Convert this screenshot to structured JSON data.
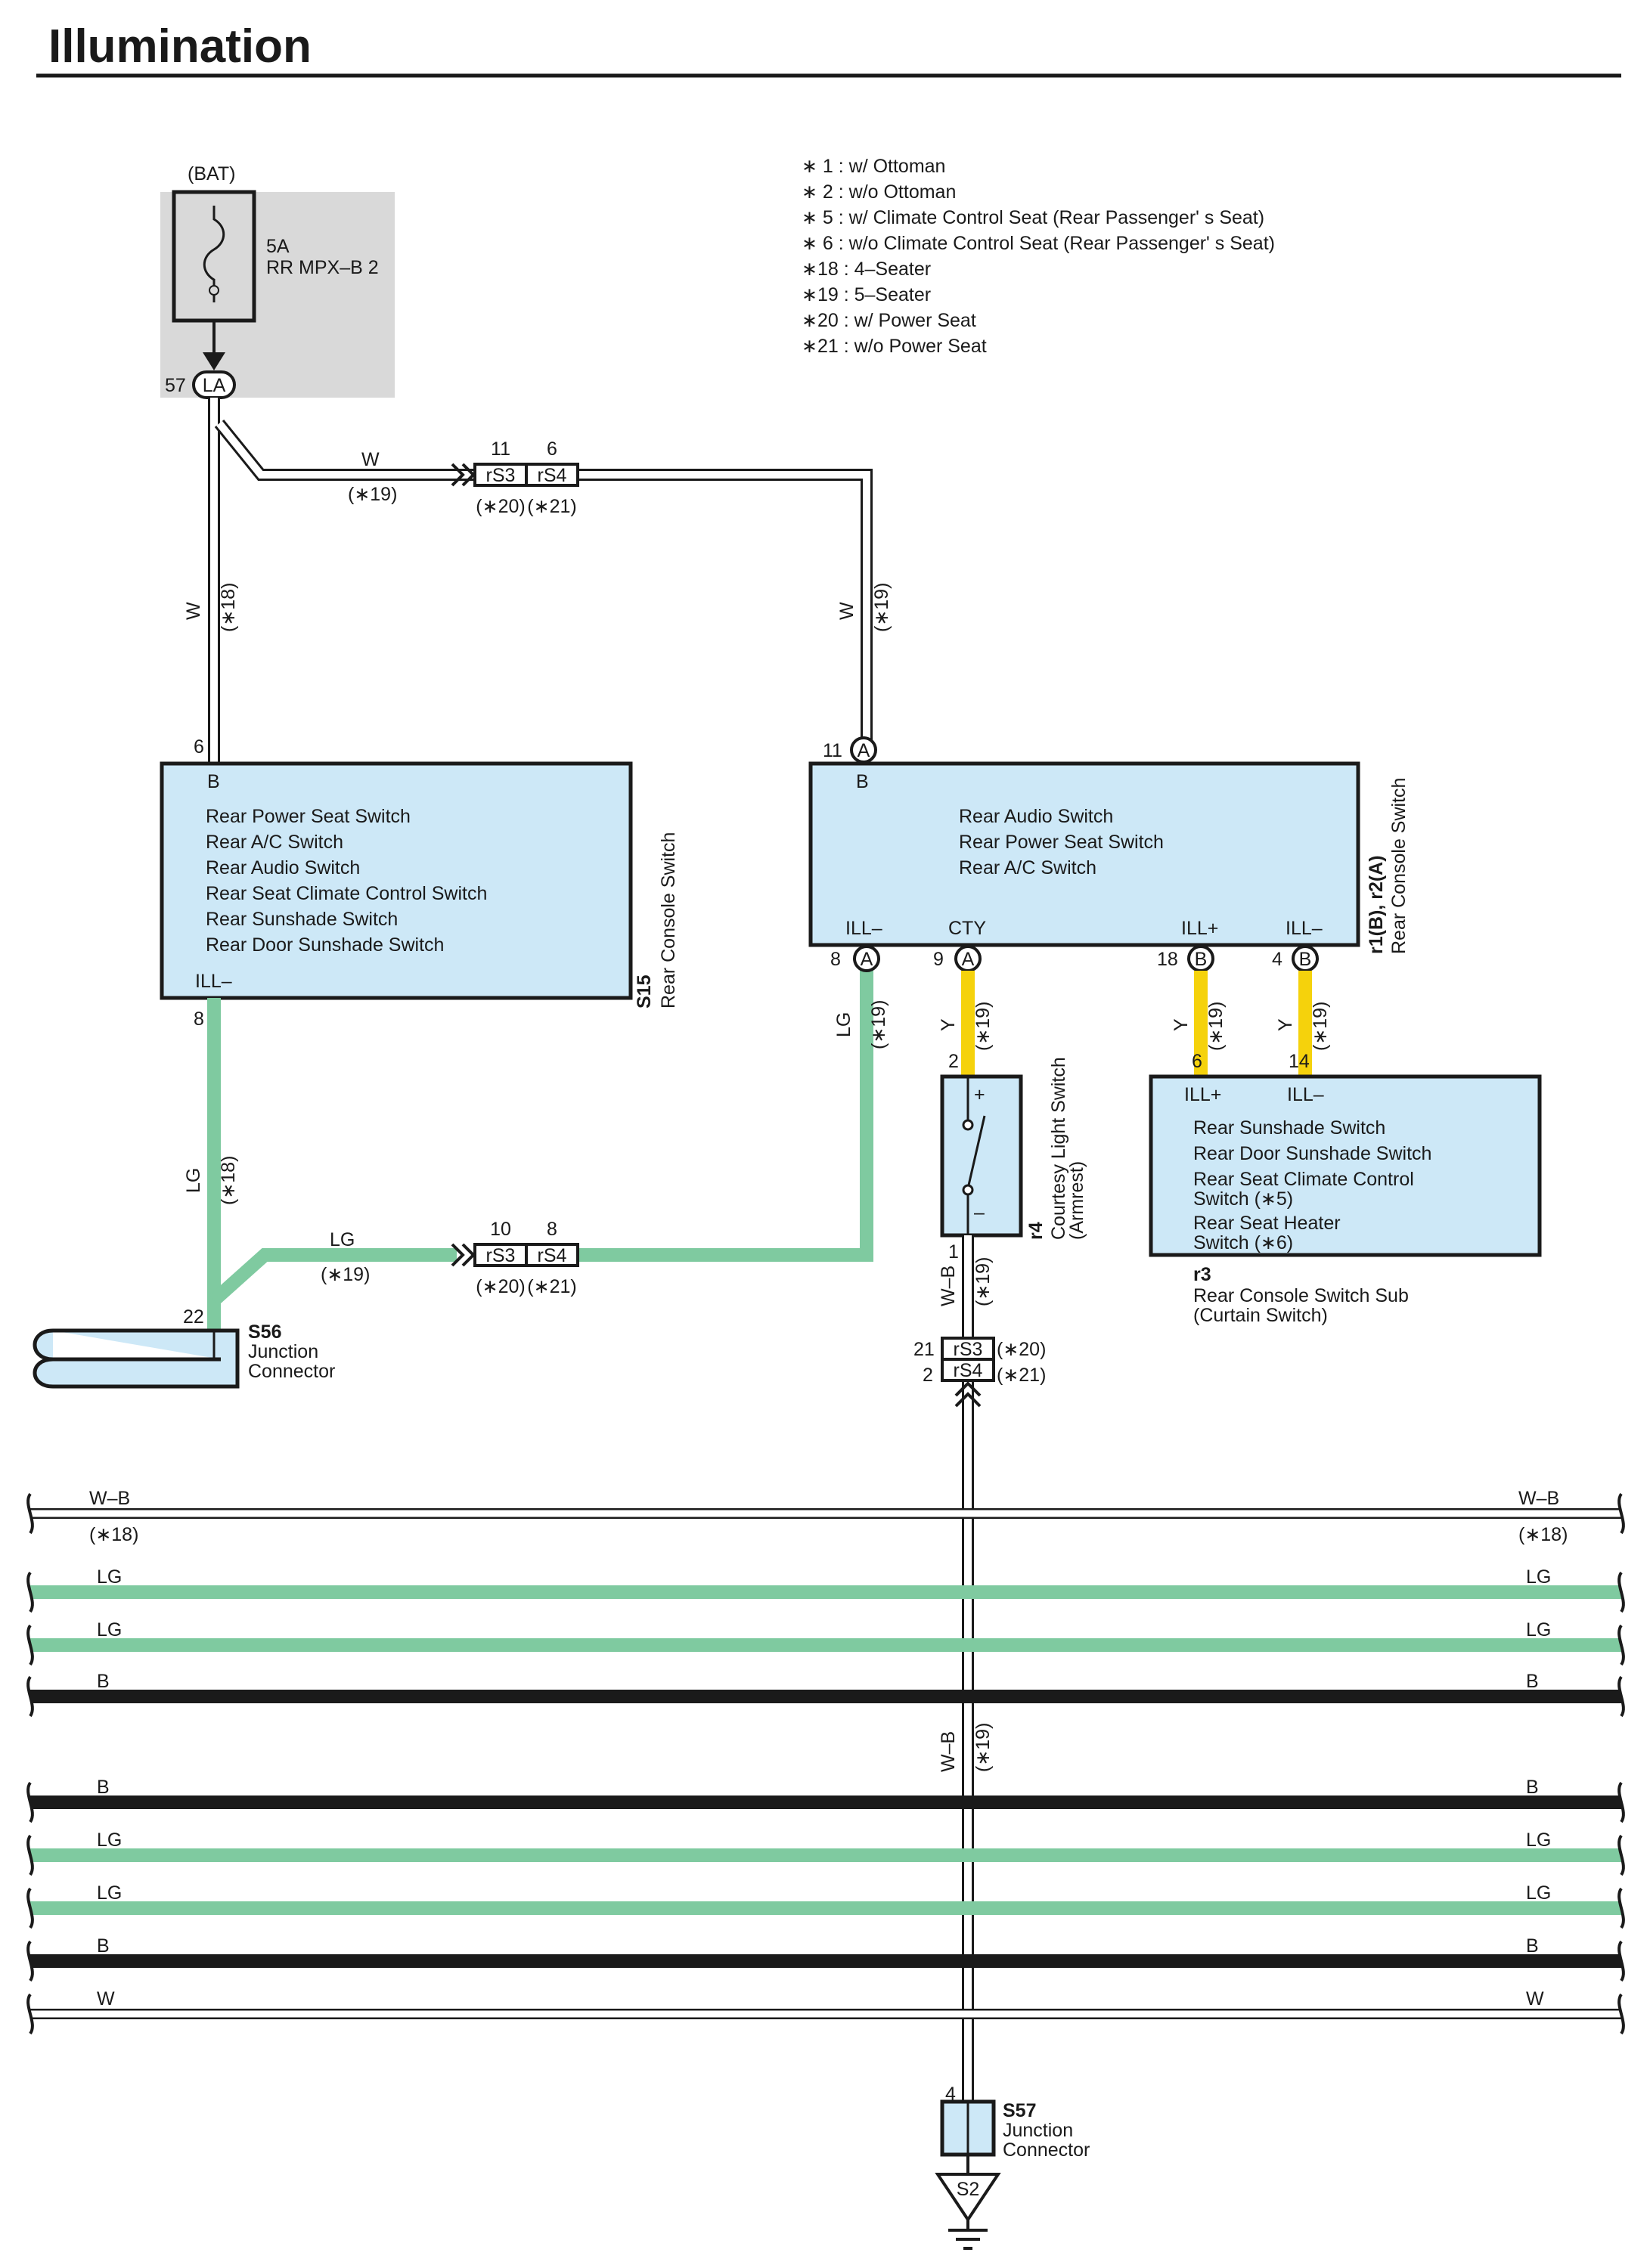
{
  "title": "Illumination",
  "notes": [
    "∗ 1 : w/ Ottoman",
    "∗ 2 : w/o Ottoman",
    "∗ 5 : w/ Climate Control Seat  (Rear Passenger'  s Seat)",
    "∗ 6 : w/o Climate Control Seat  (Rear Passenger'  s Seat)",
    "∗18 : 4–Seater",
    "∗19 : 5–Seater",
    "∗20 : w/ Power Seat",
    "∗21 : w/o Power Seat"
  ],
  "fuse": {
    "source": "(BAT)",
    "rating": "5A",
    "name": "RR MPX–B 2",
    "pin": "57",
    "connector": "LA"
  },
  "wires": {
    "w": "W",
    "lg": "LG",
    "y": "Y",
    "wb": "W–B",
    "b": "B",
    "n18": "(∗18)",
    "n19": "(∗19)",
    "n20": "(∗20)",
    "n21": "(∗21)"
  },
  "junction_top": {
    "pin1": "11",
    "pin2": "6",
    "c1": "rS3",
    "c2": "rS4"
  },
  "junction_mid": {
    "pin1": "10",
    "pin2": "8",
    "c1": "rS3",
    "c2": "rS4"
  },
  "junction_low": {
    "pin1": "21",
    "pin2": "2",
    "c1": "rS3",
    "c2": "rS4"
  },
  "s15": {
    "id": "S15",
    "name": "Rear Console Switch",
    "pin_b": "6",
    "term_b": "B",
    "pin_ill": "8",
    "term_ill": "ILL–",
    "items": [
      "Rear Power Seat Switch",
      "Rear A/C Switch",
      "Rear Audio Switch",
      "Rear Seat Climate Control Switch",
      "Rear Sunshade Switch",
      "Rear Door Sunshade Switch"
    ]
  },
  "r1": {
    "id": "r1(B), r2(A)",
    "name": "Rear Console Switch",
    "items": [
      "Rear Audio Switch",
      "Rear Power Seat Switch",
      "Rear A/C Switch"
    ],
    "pin_b": "11",
    "conn_b": "A",
    "term_b": "B",
    "pins": [
      {
        "term": "ILL–",
        "pin": "8",
        "conn": "A"
      },
      {
        "term": "CTY",
        "pin": "9",
        "conn": "A"
      },
      {
        "term": "ILL+",
        "pin": "18",
        "conn": "B"
      },
      {
        "term": "ILL–",
        "pin": "4",
        "conn": "B"
      }
    ]
  },
  "r4": {
    "id": "r4",
    "name": "Courtesy Light Switch",
    "sub": "(Armrest)",
    "pin_top": "2",
    "pin_bottom": "1",
    "plus": "+",
    "minus": "–"
  },
  "r3": {
    "id": "r3",
    "name": "Rear Console Switch Sub",
    "sub": "(Curtain Switch)",
    "pin1": "6",
    "pin2": "14",
    "term1": "ILL+",
    "term2": "ILL–",
    "items": [
      "Rear Sunshade Switch",
      "Rear Door Sunshade Switch",
      "Rear Seat Climate Control",
      "Switch (∗5)",
      "Rear Seat Heater",
      "Switch (∗6)"
    ]
  },
  "s56": {
    "id": "S56",
    "l1": "Junction",
    "l2": "Connector",
    "pin": "22"
  },
  "s57": {
    "id": "S57",
    "l1": "Junction",
    "l2": "Connector",
    "pin": "4"
  },
  "ground": "S2",
  "bus": [
    {
      "label": "W–B",
      "note": "(∗18)",
      "color": "#ffffff"
    },
    {
      "label": "LG",
      "note": "",
      "color": "#7fcaa0"
    },
    {
      "label": "LG",
      "note": "",
      "color": "#7fcaa0"
    },
    {
      "label": "B",
      "note": "",
      "color": "#1a1a1a"
    },
    {
      "label": "B",
      "note": "",
      "color": "#1a1a1a"
    },
    {
      "label": "LG",
      "note": "",
      "color": "#7fcaa0"
    },
    {
      "label": "LG",
      "note": "",
      "color": "#7fcaa0"
    },
    {
      "label": "B",
      "note": "",
      "color": "#1a1a1a"
    },
    {
      "label": "W",
      "note": "",
      "color": "#ffffff"
    }
  ],
  "colors": {
    "box_fill": "#cde8f7",
    "fuse_bg": "#d9d9d9",
    "lg": "#7fcaa0",
    "yellow": "#f5d20c",
    "black": "#1a1a1a"
  }
}
